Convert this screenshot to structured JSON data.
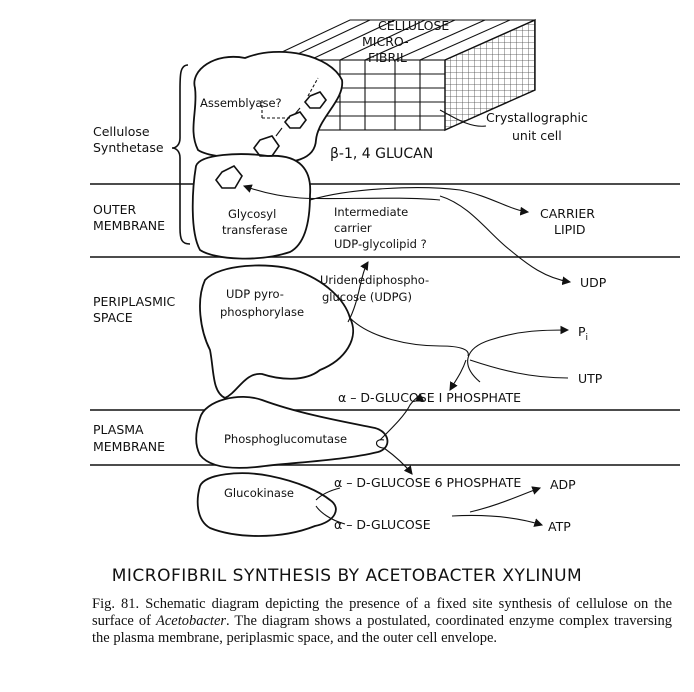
{
  "labels": {
    "cellulose_micro_fibril": [
      "CELLULOSE",
      "MICRO-",
      "FIBRIL"
    ],
    "crystallographic": [
      "Crystallographic",
      "unit cell"
    ],
    "assemblyase": "Assemblyase?",
    "glucan": "β-1, 4 GLUCAN",
    "cellulose_synthetase": [
      "Cellulose",
      "Synthetase"
    ],
    "outer_membrane": [
      "OUTER",
      "MEMBRANE"
    ],
    "glycosyl_transferase": [
      "Glycosyl",
      "transferase"
    ],
    "intermediate_carrier": [
      "Intermediate",
      "carrier",
      "UDP-glycolipid ?"
    ],
    "carrier_lipid": [
      "CARRIER",
      "LIPID"
    ],
    "udp": "UDP",
    "periplasmic_space": [
      "PERIPLASMIC",
      "SPACE"
    ],
    "udp_pyrophosphorylase": [
      "UDP pyro-",
      "phosphorylase"
    ],
    "udpg": [
      "Uridenediphospho-",
      "glucose (UDPG)"
    ],
    "pi": "P",
    "pi_sub": "i",
    "utp": "UTP",
    "glucose_1_phosphate": "α – D-GLUCOSE  I  PHOSPHATE",
    "plasma_membrane": [
      "PLASMA",
      "MEMBRANE"
    ],
    "phosphoglucomutase": "Phosphoglucomutase",
    "glucose_6_phosphate": "α  – D-GLUCOSE  6  PHOSPHATE",
    "adp": "ADP",
    "glucokinase": "Glucokinase",
    "glucose": "α  – D-GLUCOSE",
    "atp": "ATP"
  },
  "title": "MICROFIBRIL SYNTHESIS BY ACETOBACTER XYLINUM",
  "caption": {
    "figure_no": "Fig. 81.",
    "text_before": "Schematic diagram depicting the presence of a fixed site synthesis of cellulose on the surface of ",
    "italic": "Acetobacter",
    "text_after": ". The diagram shows a postulated, coordinated enzyme complex traversing the plasma membrane, periplasmic space, and the outer cell envelope."
  }
}
